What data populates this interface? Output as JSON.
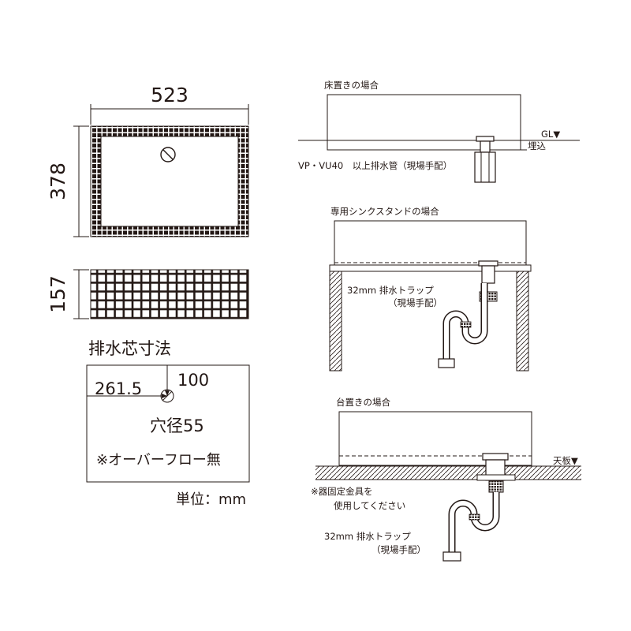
{
  "plan": {
    "width_dim": "523",
    "depth_dim": "378"
  },
  "side": {
    "height_dim": "157"
  },
  "drain_spec": {
    "title": "排水芯寸法",
    "x_dim": "261.5",
    "y_dim": "100",
    "hole_label": "穴径55",
    "overflow_note": "※オーバーフロー無",
    "unit_label": "単位：mm"
  },
  "floor_install": {
    "title": "床置きの場合",
    "gl_label": "GL▼",
    "buried_label": "埋込",
    "pipe_note": "VP・VU40　以上排水管（現場手配）"
  },
  "stand_install": {
    "title": "専用シンクスタンドの場合",
    "trap_line1": "32mm 排水トラップ",
    "trap_line2": "（現場手配）"
  },
  "counter_install": {
    "title": "台置きの場合",
    "counter_label": "天板▼",
    "fixing_note_line1": "※器固定金具を",
    "fixing_note_line2": "使用してください",
    "trap_line1": "32mm 排水トラップ",
    "trap_line2": "（現場手配）"
  }
}
